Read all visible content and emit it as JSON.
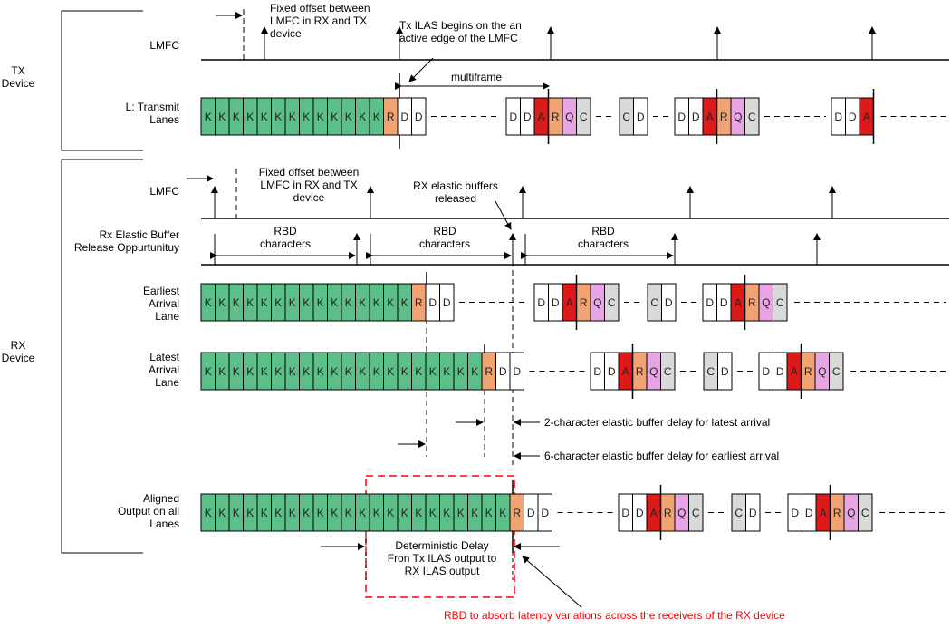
{
  "groups": {
    "tx": "TX\nDevice",
    "rx": "RX\nDevice"
  },
  "row_labels": {
    "tx_lmfc": "LMFC",
    "tx_lanes": "L: Transmit\nLanes",
    "rx_lmfc": "LMFC",
    "rx_release": "Rx Elastic Buffer\nRelease Oppurtunituy",
    "earliest": "Earliest\nArrival\nLane",
    "latest": "Latest\nArrival\nLane",
    "aligned": "Aligned\nOutput on all\nLanes"
  },
  "annotations": {
    "tx_offset": "Fixed offset between\nLMFC in RX and TX\ndevice",
    "tx_ilas": "Tx ILAS begins on the an\nactive edge of the LMFC",
    "multiframe": "multiframe",
    "rx_offset": "Fixed offset between\nLMFC in RX and TX\ndevice",
    "rx_released": "RX elastic buffers\nreleased",
    "rbd1": "RBD\ncharacters",
    "rbd2": "RBD\ncharacters",
    "rbd3": "RBD\ncharacters",
    "delay_latest": "2-character elastic buffer delay for latest arrival",
    "delay_earliest": "6-character elastic buffer delay for earliest arrival",
    "deterministic": "Deterministic Delay\nFron Tx ILAS output to\nRX ILAS output",
    "rbd_note": "RBD to absorb latency variations across the receivers of the RX device"
  },
  "colors": {
    "K": "#5cbf8a",
    "R": "#f2a373",
    "A": "#dd1a1a",
    "Q": "#e8a5e6",
    "C": "#d9d9d9",
    "D": "#ffffff",
    "note": "#ff0000",
    "dash_box": "#ff0000"
  },
  "tx_lanes": {
    "start": "KKKKKKKKKKKKKR",
    "trail": "DD",
    "g1": "DDARQC",
    "g2": "CD",
    "g3": "DDARQC",
    "g4": "DDA"
  },
  "earliest": {
    "start": "KKKKKKKKKKKKKKKR",
    "trail": "DD",
    "g1": "DDARQC",
    "g2": "CD",
    "g3": "DDARQC"
  },
  "latest": {
    "start": "KKKKKKKKKKKKKKKKKKKKR",
    "trail": "DD",
    "g1": "DDARQC",
    "g2": "CD",
    "g3": "DDARQC"
  },
  "aligned": {
    "start": "KKKKKKKKKKKKKKKKKKKKKKR",
    "trail": "DD",
    "g1": "DDARQC",
    "g2": "CD",
    "g3": "DDARQC"
  }
}
